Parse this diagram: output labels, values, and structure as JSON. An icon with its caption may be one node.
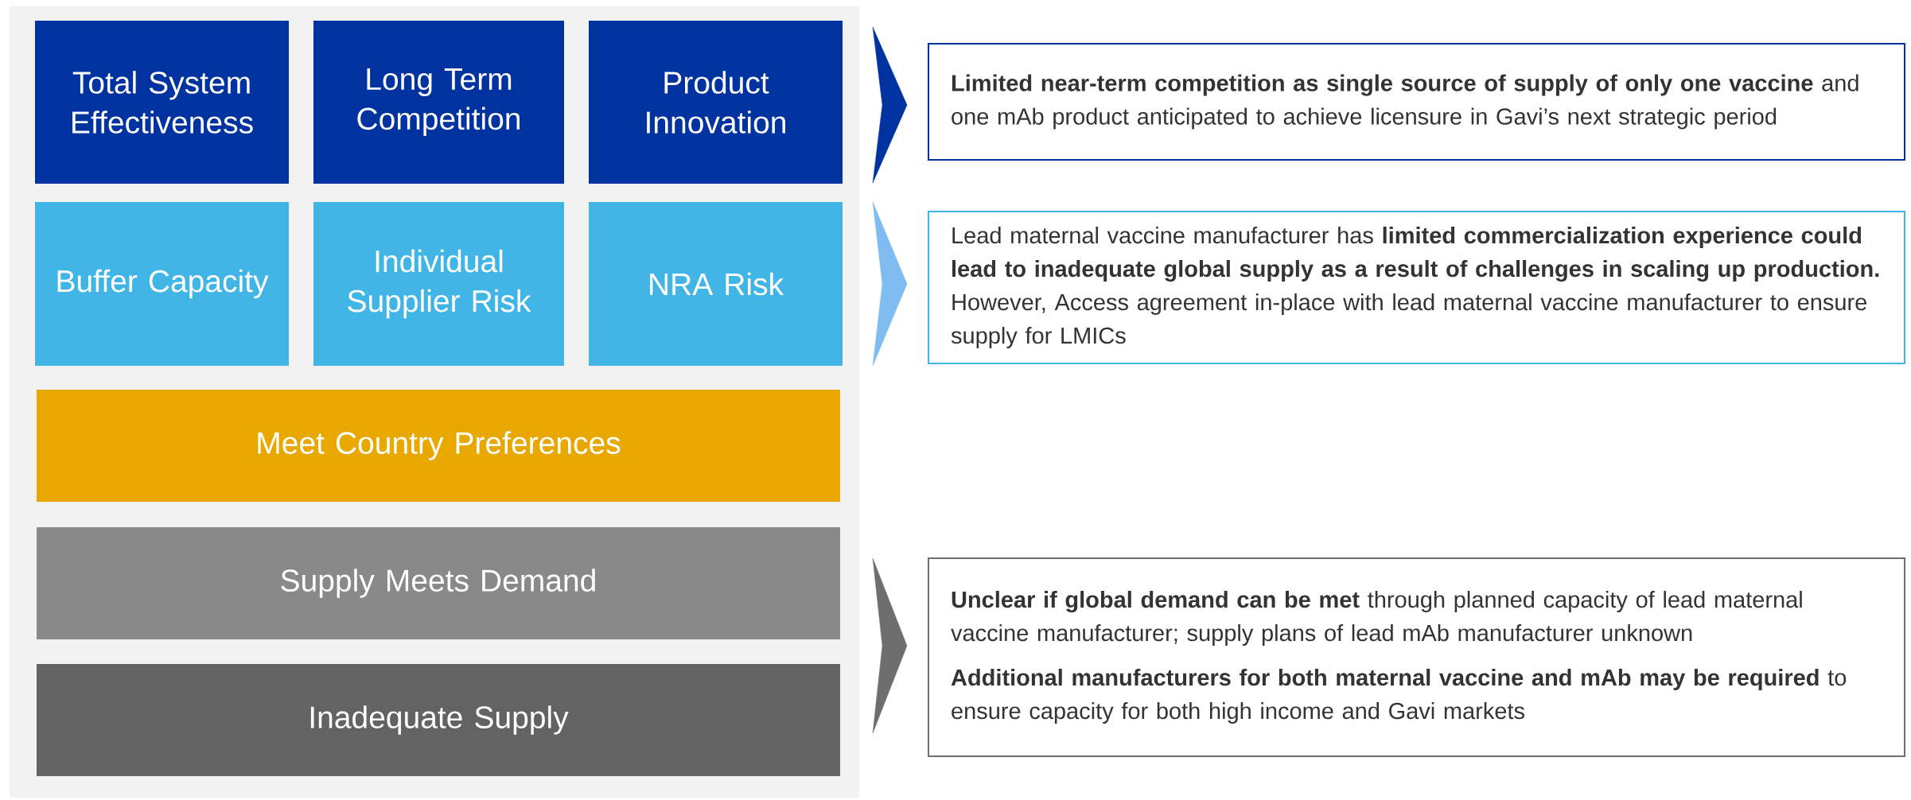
{
  "diagram": {
    "nodes": [
      {
        "text": [
          "Total System Effectiveness"
        ]
      },
      {
        "text": [
          "Long Term Competition"
        ]
      },
      {
        "text": [
          "Product Innovation"
        ]
      },
      {
        "text": [
          "Buffer Capacity"
        ]
      },
      {
        "text": [
          "Individual Supplier Risk"
        ]
      },
      {
        "text": [
          "NRA Risk"
        ]
      },
      {
        "text": [
          "Meet Country Preferences"
        ]
      },
      {
        "text": [
          "Supply Meets Demand"
        ]
      },
      {
        "text": [
          "Inadequate Supply"
        ]
      },
      {
        "text": [
          "**Limited near-term competition as single source of supply of only one vaccine** and one mAb product anticipated to achieve licensure in Gavi’s next strategic period"
        ]
      },
      {
        "text": [
          "Lead maternal vaccine manufacturer has **limited commercialization experience could lead to inadequate global supply as a result of challenges in scaling up production.** However, Access agreement in-place with lead maternal vaccine manufacturer to ensure supply for LMICs"
        ]
      },
      {
        "text": [
          "**Unclear if global demand can be met** through planned capacity of lead maternal vaccine manufacturer; supply plans of lead mAb manufacturer unknown",
          "**Additional manufacturers for both maternal vaccine and mAb may be required** to ensure capacity for both high income and Gavi markets"
        ]
      }
    ],
    "edges": [
      {
        "from": null,
        "to": 9,
        "arrow": "to",
        "color": "#0033a0"
      },
      {
        "from": null,
        "to": 10,
        "arrow": "to",
        "color": "#7fbcf2"
      },
      {
        "from": null,
        "to": 11,
        "arrow": "to",
        "color": "#6e6e6e"
      }
    ]
  }
}
